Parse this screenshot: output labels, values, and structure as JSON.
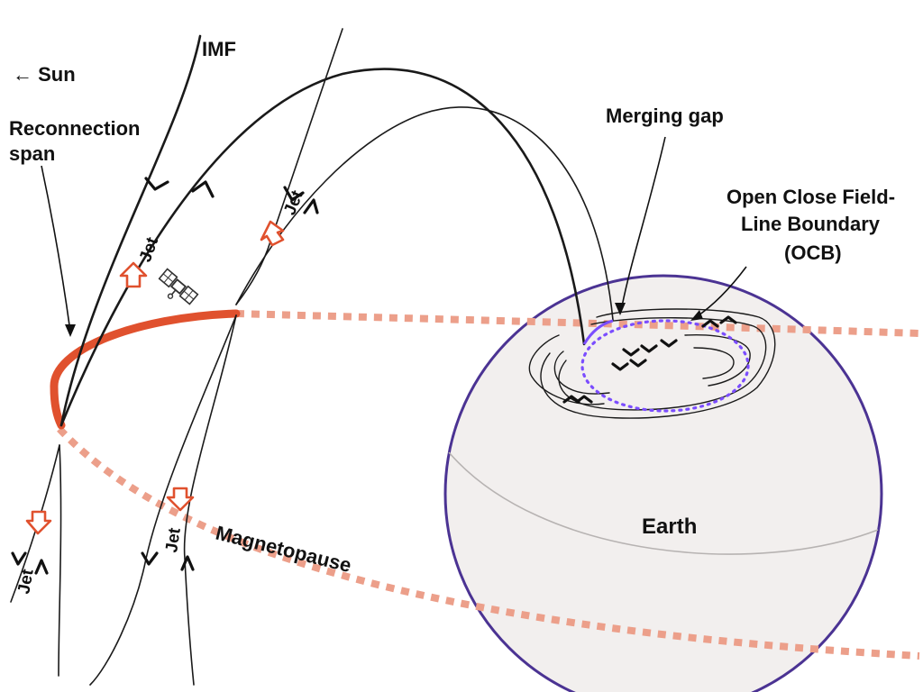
{
  "labels": {
    "sun": "← Sun",
    "imf": "IMF",
    "reconnection_line1": "Reconnection",
    "reconnection_line2": "span",
    "merging_gap": "Merging gap",
    "ocb_line1": "Open Close Field-",
    "ocb_line2": "Line Boundary",
    "ocb_line3": "(OCB)",
    "earth": "Earth",
    "magnetopause": "Magnetopause",
    "jet": "Jet"
  },
  "colors": {
    "reconnection_span": "#e0512e",
    "magnetopause": "#ec9f8a",
    "jet_arrow": "#e0512e",
    "ocb": "#7b4dff",
    "earth_outline": "#4b3393",
    "earth_fill": "#f2efee",
    "field_line": "#1a1a1a"
  },
  "icons": {
    "satellite": "satellite-icon"
  }
}
